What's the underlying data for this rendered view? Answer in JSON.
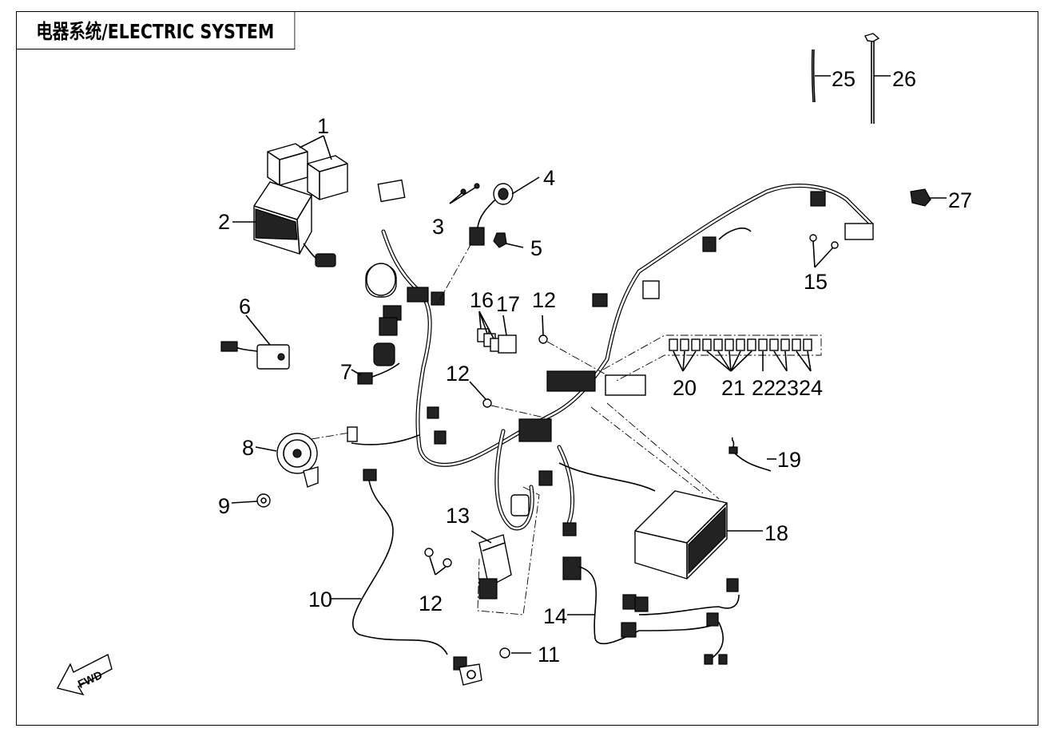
{
  "title": "电器系统/ELECTRIC SYSTEM",
  "fwd_label": "FWD",
  "callouts": {
    "c1": "1",
    "c2": "2",
    "c3": "3",
    "c4": "4",
    "c5": "5",
    "c6": "6",
    "c7": "7",
    "c8": "8",
    "c9": "9",
    "c10": "10",
    "c11": "11",
    "c12a": "12",
    "c12b": "12",
    "c12c": "12",
    "c13": "13",
    "c14": "14",
    "c15": "15",
    "c16": "16",
    "c17": "17",
    "c18": "18",
    "c19": "19",
    "c20": "20",
    "c21": "21",
    "c22": "22",
    "c23": "23",
    "c24": "24",
    "c25": "25",
    "c26": "26",
    "c27": "27"
  }
}
